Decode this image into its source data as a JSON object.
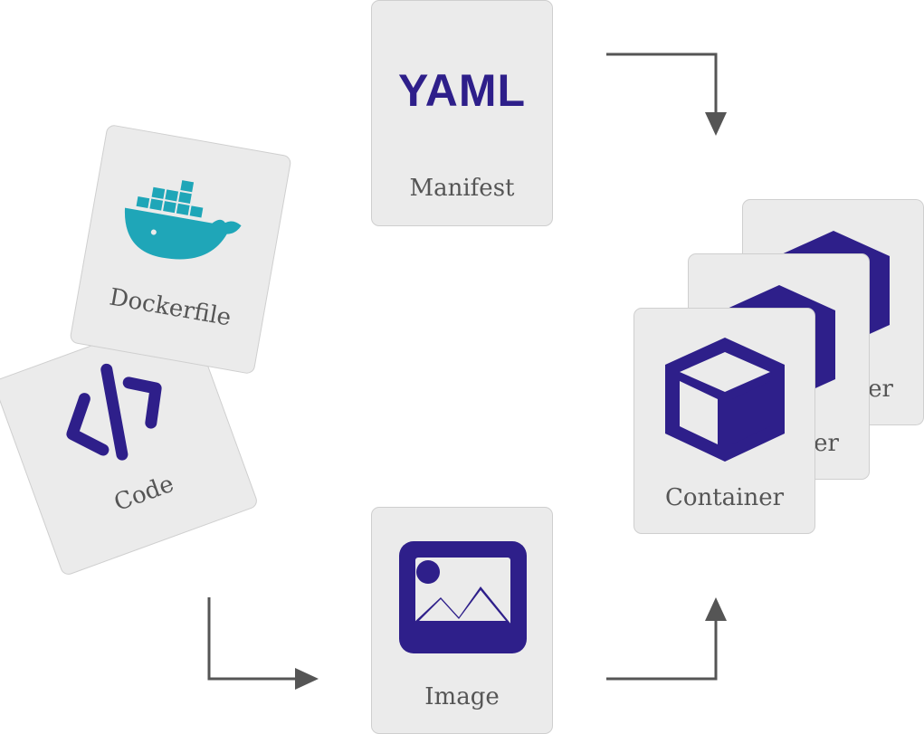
{
  "colors": {
    "accent": "#2e1f8a",
    "docker": "#1fa6b8",
    "card_bg": "#ebebeb",
    "arrow": "#555555"
  },
  "cards": {
    "manifest": {
      "label": "Manifest",
      "content_text": "YAML",
      "icon": "yaml-text"
    },
    "dockerfile": {
      "label": "Dockerfile",
      "icon": "docker-whale-icon"
    },
    "code": {
      "label": "Code",
      "icon": "code-icon"
    },
    "image": {
      "label": "Image",
      "icon": "image-icon"
    },
    "containers": [
      {
        "label": "Container",
        "visible_text": "er",
        "icon": "container-box-icon"
      },
      {
        "label": "Container",
        "visible_text": "er",
        "icon": "container-box-icon"
      },
      {
        "label": "Container",
        "icon": "container-box-icon"
      }
    ]
  },
  "arrows": [
    {
      "from": "code",
      "to": "image"
    },
    {
      "from": "manifest",
      "to": "container"
    },
    {
      "from": "image",
      "to": "container"
    }
  ]
}
